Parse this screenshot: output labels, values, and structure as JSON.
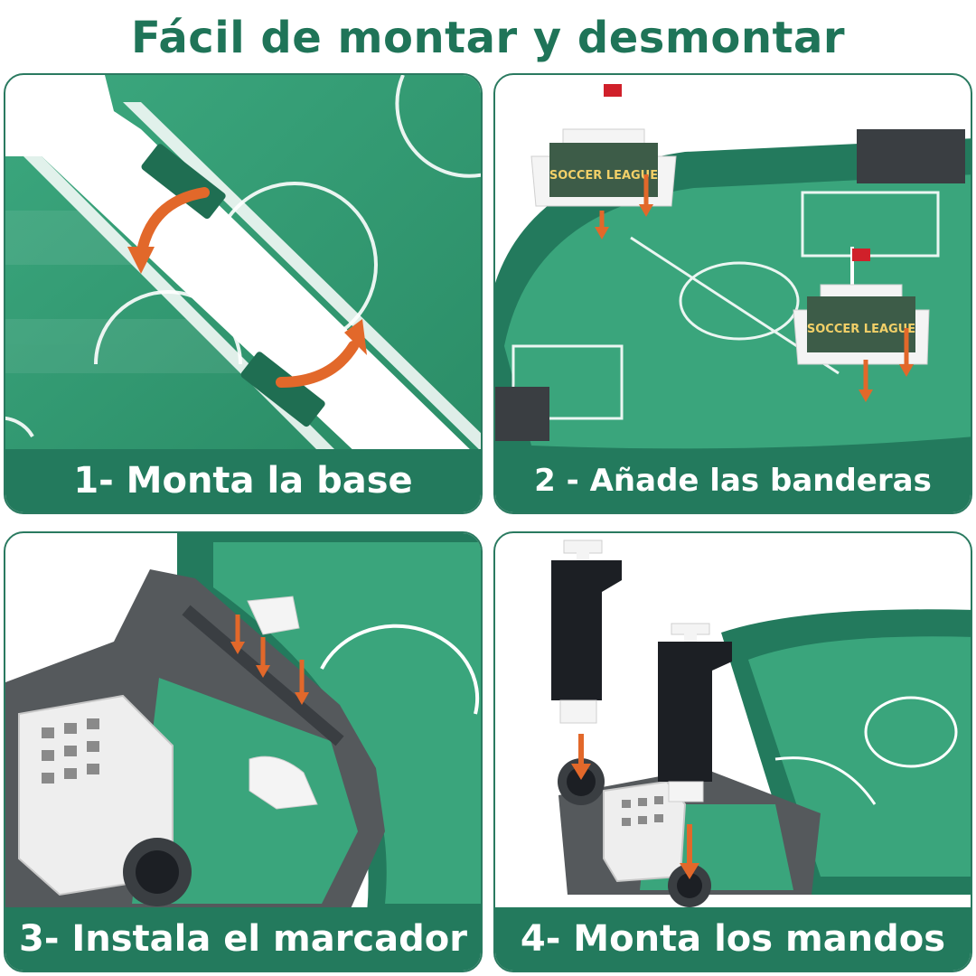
{
  "title": "Fácil de montar y desmontar",
  "steps": [
    {
      "caption": "1- Monta la base"
    },
    {
      "caption": "2 - Añade las banderas"
    },
    {
      "caption": "3- Instala el marcador"
    },
    {
      "caption": "4- Monta los mandos"
    }
  ],
  "scoreboard_text": "SOCCER LEAGUE",
  "colors": {
    "brand_green": "#1f7458",
    "caption_green": "#237a5d",
    "field_green": "#2e9a73",
    "field_light": "#6cc3a1",
    "arrow_orange": "#e2682a",
    "plastic_gray": "#55595c",
    "handle_dark": "#1c1f24"
  }
}
